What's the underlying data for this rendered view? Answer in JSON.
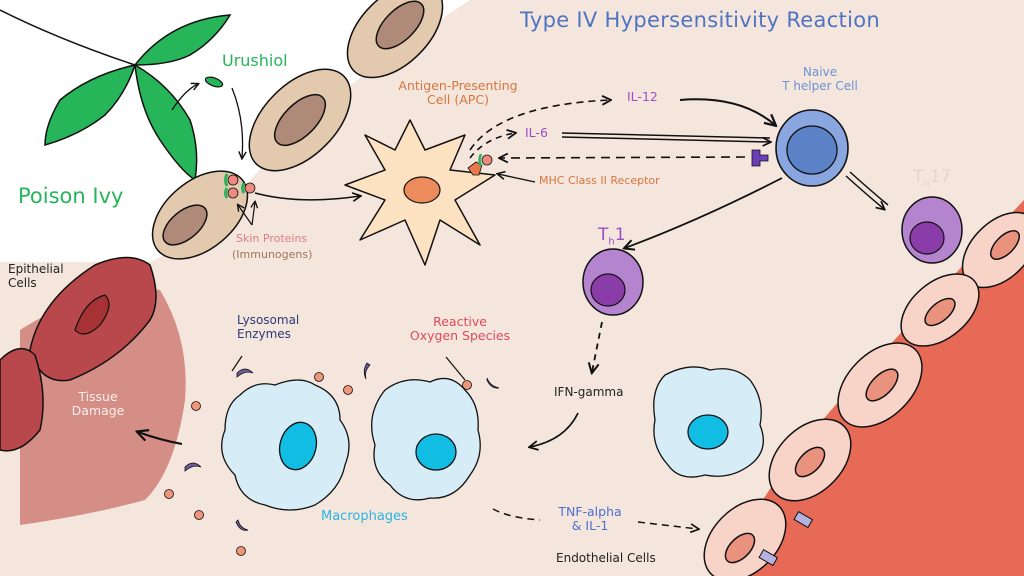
{
  "title": "Type IV Hypersensitivity Reaction",
  "labels": {
    "poison_ivy": "Poison Ivy",
    "urushiol": "Urushiol",
    "apc_line1": "Antigen-Presenting",
    "apc_line2": "Cell (APC)",
    "il12": "IL-12",
    "il6": "IL-6",
    "mhc": "MHC Class II Receptor",
    "naive_line1": "Naive",
    "naive_line2": "T helper Cell",
    "th1_main": "T",
    "th1_sub": "h",
    "th1_num": "1",
    "th17_main": "T",
    "th17_sub": "h",
    "th17_num": "17",
    "skin_proteins": "Skin Proteins",
    "immunogens": "(Immunogens)",
    "epithelial_line1": "Epithelial",
    "epithelial_line2": "Cells",
    "lysosomal_line1": "Lysosomal",
    "lysosomal_line2": "Enzymes",
    "ros_line1": "Reactive",
    "ros_line2": "Oxygen Species",
    "ifn": "IFN-gamma",
    "tissue_line1": "Tissue",
    "tissue_line2": "Damage",
    "macrophages": "Macrophages",
    "tnf_line1": "TNF-alpha",
    "tnf_line2": "& IL-1",
    "endothelial": "Endothelial Cells"
  },
  "colors": {
    "background": "#f4e6dd",
    "leaf": "#27b55a",
    "epithelial_cell": "#e3c9ad",
    "epithelial_nucleus": "#b08a78",
    "apc": "#fde2c2",
    "apc_nucleus": "#ec8b5c",
    "naive_t": "#8aa6e0",
    "naive_nucleus": "#5c83c8",
    "th_cell": "#b484cf",
    "th_nucleus": "#8a3da8",
    "macrophage": "#d6ecf7",
    "macrophage_nucleus": "#12bde3",
    "damaged_tissue": "#b9484c",
    "tissue_damage_area": "#d48e86",
    "blood_vessel": "#e66a56",
    "endothelial_cell": "#f8d4c8",
    "endothelial_nucleus": "#e9937e",
    "enzyme": "#6c5b95",
    "ros": "#ee957b"
  }
}
